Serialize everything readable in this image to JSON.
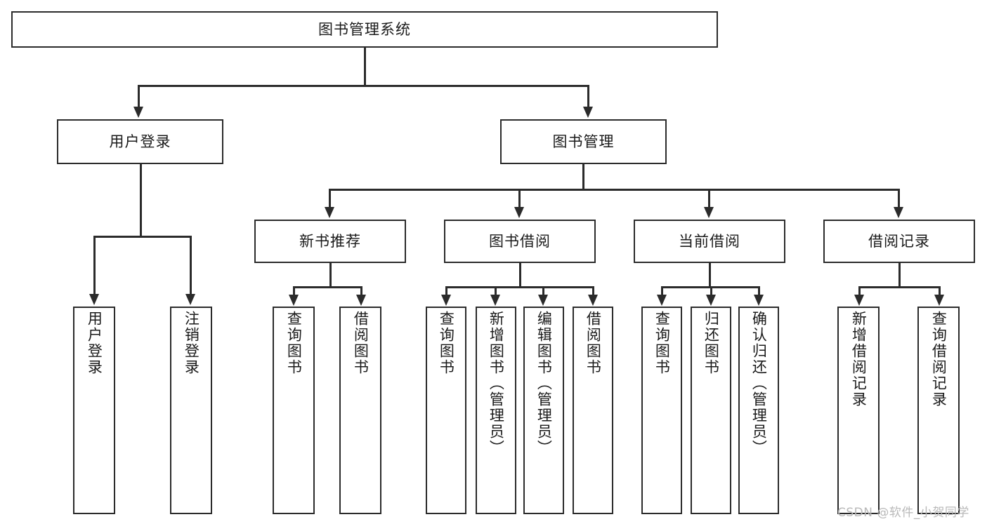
{
  "diagram": {
    "title": "图书管理系统",
    "type": "tree-hierarchy",
    "watermark": "CSDN @软件_小贺同学",
    "colors": {
      "box_border": "#2b2b2b",
      "box_fill": "#ffffff",
      "connector": "#2b2b2b",
      "text": "#1a1a1a",
      "watermark": "#b9b9b9",
      "background": "#ffffff"
    }
  },
  "nodes": {
    "root": {
      "label": "图书管理系统"
    },
    "level2": [
      {
        "id": "user-login",
        "label": "用户登录"
      },
      {
        "id": "book-management",
        "label": "图书管理"
      }
    ],
    "level3": [
      {
        "id": "new-book-recommend",
        "label": "新书推荐"
      },
      {
        "id": "book-borrow",
        "label": "图书借阅"
      },
      {
        "id": "current-borrow",
        "label": "当前借阅"
      },
      {
        "id": "borrow-record",
        "label": "借阅记录"
      }
    ],
    "leaves": {
      "user_login": [
        {
          "id": "leaf-user-login",
          "label": "用户登录"
        },
        {
          "id": "leaf-logout",
          "label": "注销登录"
        }
      ],
      "new_book_recommend": [
        {
          "id": "leaf-query-book-1",
          "label": "查询图书"
        },
        {
          "id": "leaf-borrow-book-1",
          "label": "借阅图书"
        }
      ],
      "book_borrow": [
        {
          "id": "leaf-query-book-2",
          "label": "查询图书"
        },
        {
          "id": "leaf-add-book",
          "label": "新增图书（管理员）"
        },
        {
          "id": "leaf-edit-book",
          "label": "编辑图书（管理员）"
        },
        {
          "id": "leaf-borrow-book-2",
          "label": "借阅图书"
        }
      ],
      "current_borrow": [
        {
          "id": "leaf-query-book-3",
          "label": "查询图书"
        },
        {
          "id": "leaf-return-book",
          "label": "归还图书"
        },
        {
          "id": "leaf-confirm-return",
          "label": "确认归还（管理员）"
        }
      ],
      "borrow_record": [
        {
          "id": "leaf-add-record",
          "label": "新增借阅记录"
        },
        {
          "id": "leaf-query-record",
          "label": "查询借阅记录"
        }
      ]
    }
  }
}
